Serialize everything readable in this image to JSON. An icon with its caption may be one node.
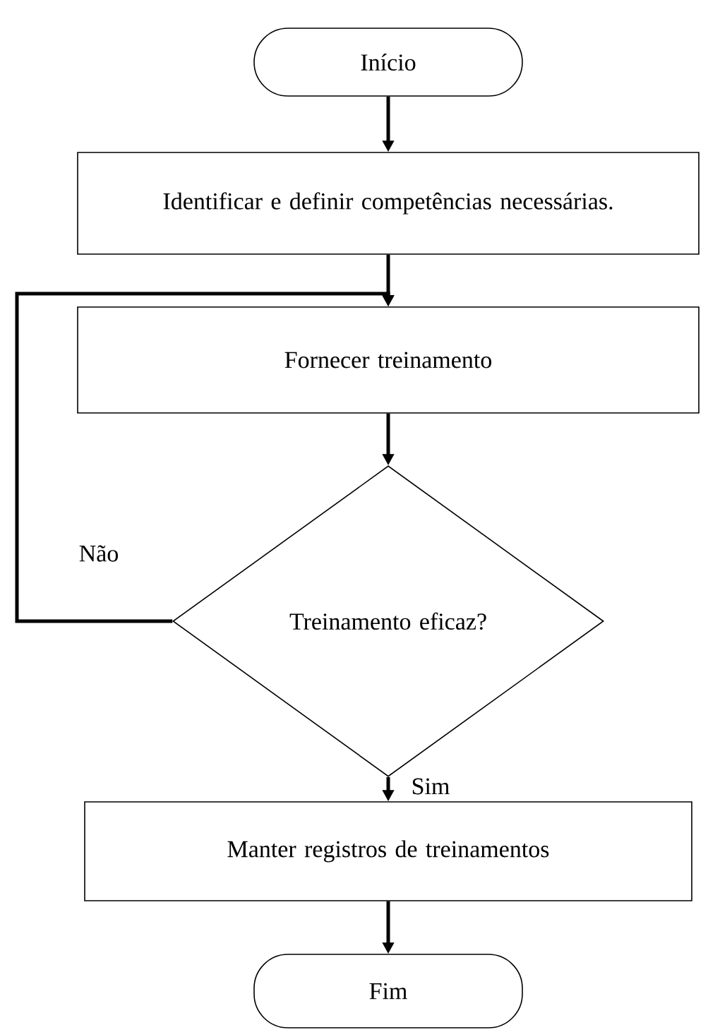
{
  "diagram": {
    "nodes": [
      {
        "text": [
          "Início"
        ]
      },
      {
        "text": [
          "Identificar e definir competências necessárias."
        ]
      },
      {
        "text": [
          "Fornecer treinamento"
        ]
      },
      {
        "text": [
          "Treinamento eficaz?"
        ]
      },
      {
        "text": [
          "Manter registros de treinamentos"
        ]
      },
      {
        "text": [
          "Fim"
        ]
      }
    ],
    "edges": [
      {
        "from": 0,
        "to": 1,
        "arrow": "to"
      },
      {
        "from": 1,
        "to": 2,
        "arrow": "to"
      },
      {
        "from": 2,
        "to": 3,
        "arrow": "to"
      },
      {
        "from": 3,
        "to": 4,
        "arrow": "to",
        "label": "Sim"
      },
      {
        "from": 3,
        "to": 2,
        "arrow": "to",
        "label": "Não"
      },
      {
        "from": 4,
        "to": 5,
        "arrow": "to"
      }
    ]
  }
}
